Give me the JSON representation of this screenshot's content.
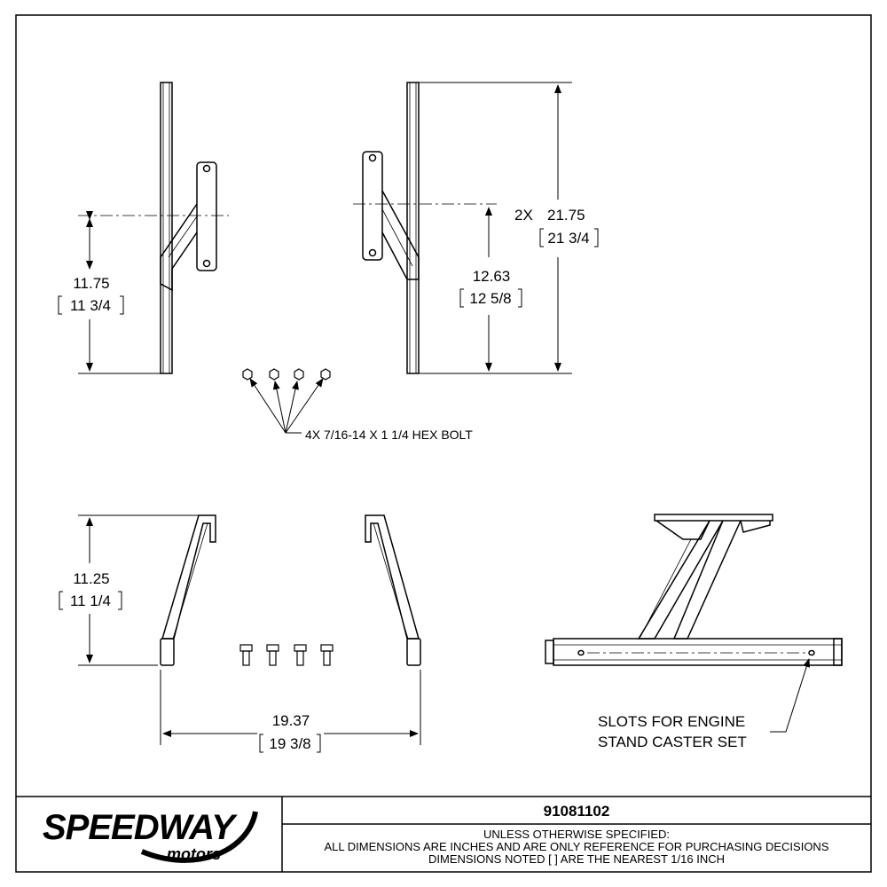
{
  "drawing": {
    "part_number": "91081102",
    "notes": [
      "UNLESS OTHERWISE SPECIFIED:",
      "ALL DIMENSIONS ARE INCHES AND ARE ONLY REFERENCE FOR PURCHASING DECISIONS",
      "DIMENSIONS NOTED [ ] ARE THE NEAREST 1/16 INCH"
    ]
  },
  "logo": {
    "main": "SPEEDWAY",
    "sub": "motors"
  },
  "dimensions": {
    "height_left": {
      "decimal": "11.75",
      "fraction": "11 3/4"
    },
    "height_right_bracket": {
      "decimal": "12.63",
      "fraction": "12 5/8"
    },
    "overall_length": {
      "prefix": "2X",
      "decimal": "21.75",
      "fraction": "21 3/4"
    },
    "leg_height": {
      "decimal": "11.25",
      "fraction": "11 1/4"
    },
    "leg_spread": {
      "decimal": "19.37",
      "fraction": "19 3/8"
    }
  },
  "callouts": {
    "hardware": "4X 7/16-14 X 1 1/4 HEX BOLT",
    "slots_line1": "SLOTS FOR ENGINE",
    "slots_line2": "STAND CASTER SET"
  }
}
